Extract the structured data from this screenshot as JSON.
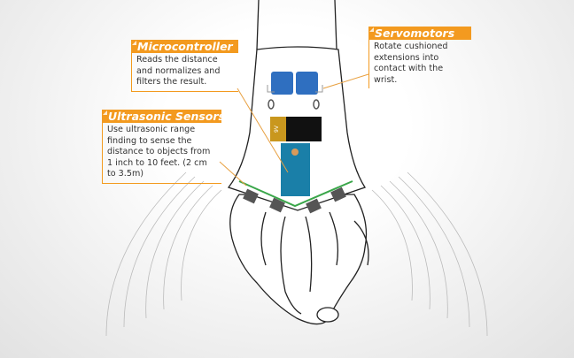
{
  "labels": {
    "microcontroller": {
      "title": "Microcontroller",
      "text": "Reads the distance and normalizes and filters the result."
    },
    "ultrasonic": {
      "title": "Ultrasonic Sensors",
      "text": "Use ultrasonic range finding to sense the distance to objects from 1 inch to 10 feet.   (2 cm to 3.5m)"
    },
    "servomotors": {
      "title": "Servomotors",
      "text": "Rotate cushioned extensions into contact with the wrist."
    }
  },
  "battery_label": "9V",
  "colors": {
    "accent": "#f39a1f",
    "servo": "#2f6fc0",
    "board": "#1a7fa8",
    "wire": "#3aa64a"
  }
}
